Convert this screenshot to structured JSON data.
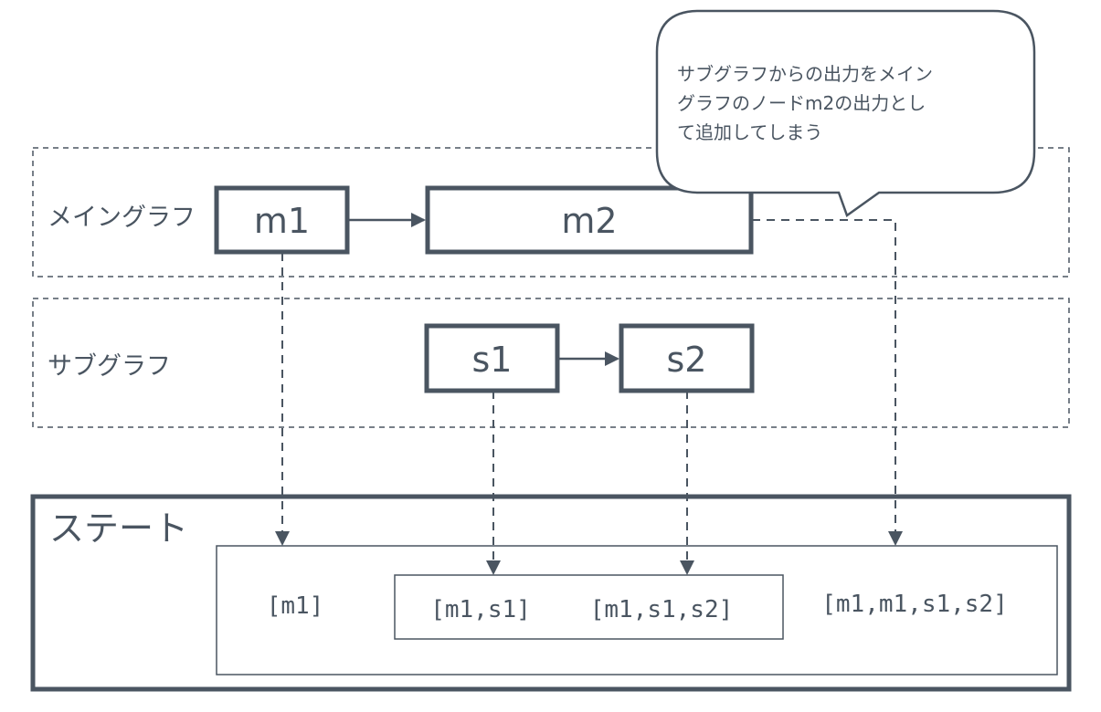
{
  "groups": {
    "main_graph_label": "メイングラフ",
    "subgraph_label": "サブグラフ"
  },
  "nodes": {
    "m1": "m1",
    "m2": "m2",
    "s1": "s1",
    "s2": "s2"
  },
  "state": {
    "title": "ステート",
    "values": [
      "[m1]",
      "[m1,s1]",
      "[m1,s1,s2]",
      "[m1,m1,s1,s2]"
    ]
  },
  "callout": {
    "lines": [
      "サブグラフからの出力をメイン",
      "グラフのノードm2の出力とし",
      "て追加してしまう"
    ]
  },
  "colors": {
    "ink": "#4a5561",
    "background": "#ffffff"
  }
}
